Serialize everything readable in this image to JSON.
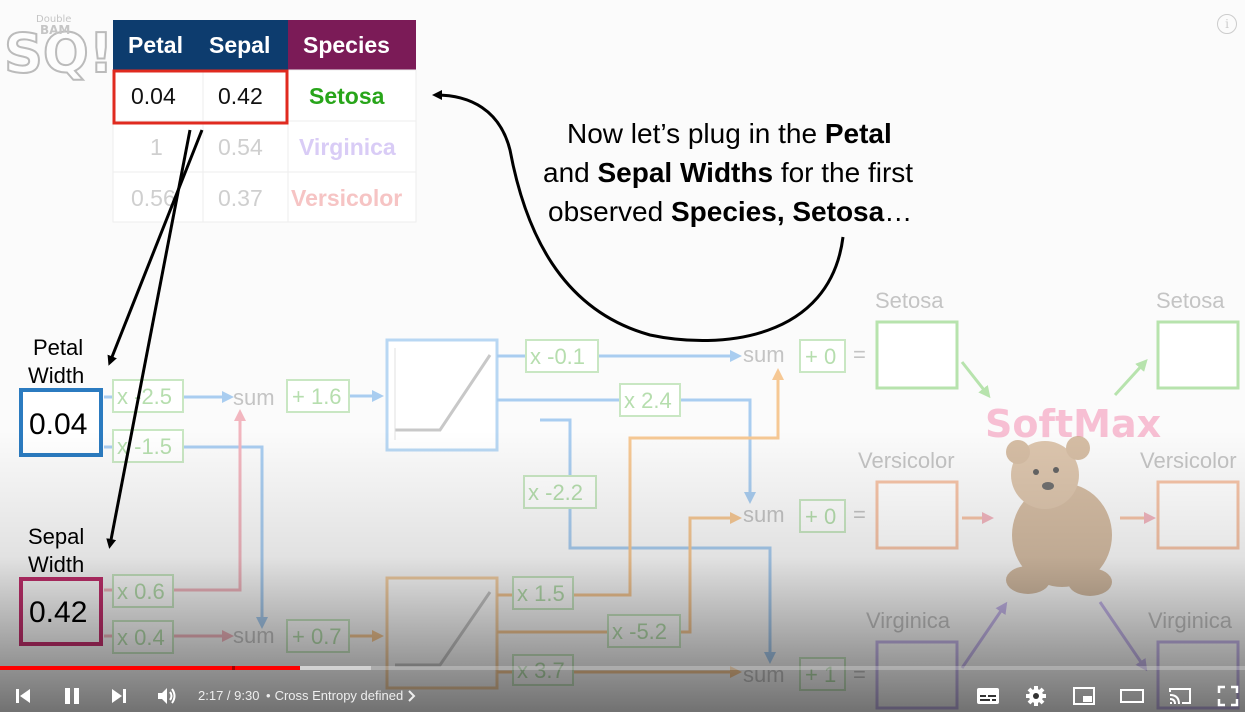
{
  "video": {
    "logo": {
      "small": "Double",
      "big1": "SQ!",
      "big2": "BAM"
    },
    "table": {
      "headers": [
        "Petal",
        "Sepal",
        "Species"
      ],
      "rows": [
        {
          "petal": "0.04",
          "sepal": "0.42",
          "species": "Setosa"
        },
        {
          "petal": "1",
          "sepal": "0.54",
          "species": "Virginica"
        },
        {
          "petal": "0.56",
          "sepal": "0.37",
          "species": "Versicolor"
        }
      ]
    },
    "caption": {
      "line1_plain": "Now let’s plug in the ",
      "line1_bold": "Petal",
      "line2_plain1": "and ",
      "line2_bold": "Sepal Widths",
      "line2_plain2": " for the first",
      "line3_plain1": "observed ",
      "line3_bold": "Species, Setosa",
      "line3_plain2": "…"
    },
    "inputs": {
      "petal_label1": "Petal",
      "petal_label2": "Width",
      "petal_value": "0.04",
      "sepal_label1": "Sepal",
      "sepal_label2": "Width",
      "sepal_value": "0.42"
    },
    "weights": {
      "w_petal_top": "x -2.5",
      "w_petal_bottom": "x -1.5",
      "w_sepal_top": "x 0.6",
      "w_sepal_bottom": "x 0.4",
      "sum": "sum",
      "bias_top": "+ 1.6",
      "bias_bottom": "+ 0.7",
      "out_w1": "x -0.1",
      "out_w2": "x 2.4",
      "out_w3": "x -2.2",
      "out_w4": "x 1.5",
      "out_w5": "x -5.2",
      "out_w6": "x 3.7",
      "out_bias1": "+ 0",
      "out_bias2": "+ 0",
      "out_bias3": "+ 1",
      "equals": "="
    },
    "outputs": {
      "left": [
        "Setosa",
        "Versicolor",
        "Virginica"
      ],
      "right": [
        "Setosa",
        "Versicolor",
        "Virginica"
      ],
      "softmax": "SoftMax"
    },
    "colors": {
      "navy": "#0d3c6e",
      "purple": "#7b1b57",
      "red": "#e02a1f",
      "green": "#28a51a",
      "blue_box": "#2b7bc0",
      "magenta_box": "#c4306e"
    }
  },
  "player": {
    "time": "2:17 / 9:30",
    "separator": "•",
    "chapter": "Cross Entropy defined",
    "progress_fraction": 0.241,
    "buffered_fraction": 0.298,
    "icons": [
      "prev-icon",
      "pause-icon",
      "next-icon",
      "volume-icon",
      "subtitles-icon",
      "settings-icon",
      "miniplayer-icon",
      "theater-icon",
      "cast-icon",
      "fullscreen-icon",
      "info-icon"
    ]
  }
}
